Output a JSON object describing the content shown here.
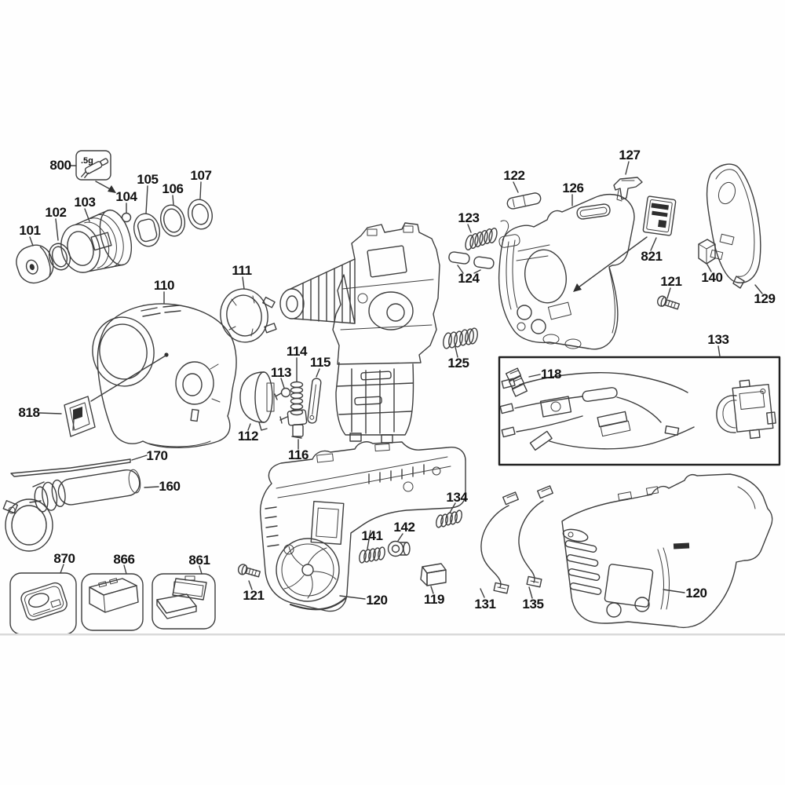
{
  "diagram_type": "exploded-parts-diagram",
  "colors": {
    "line": "#3d3d3d",
    "label": "#111111",
    "divider": "#d9d9d9",
    "box_border": "#1f1f1f",
    "background": "#ffffff"
  },
  "grease_box": {
    "text": ".5g"
  },
  "labels": {
    "p800": "800",
    "p101": "101",
    "p102": "102",
    "p103": "103",
    "p104": "104",
    "p105": "105",
    "p106": "106",
    "p107": "107",
    "p110": "110",
    "p111": "111",
    "p112": "112",
    "p113": "113",
    "p114": "114",
    "p115": "115",
    "p116": "116",
    "p118": "118",
    "p119": "119",
    "p120_left": "120",
    "p120_right": "120",
    "p121_left": "121",
    "p121_right": "121",
    "p122": "122",
    "p123": "123",
    "p124": "124",
    "p125": "125",
    "p126": "126",
    "p127": "127",
    "p129": "129",
    "p131": "131",
    "p133": "133",
    "p134": "134",
    "p135": "135",
    "p140": "140",
    "p141": "141",
    "p142": "142",
    "p160": "160",
    "p170": "170",
    "p818": "818",
    "p821": "821",
    "p861": "861",
    "p866": "866",
    "p870": "870"
  }
}
